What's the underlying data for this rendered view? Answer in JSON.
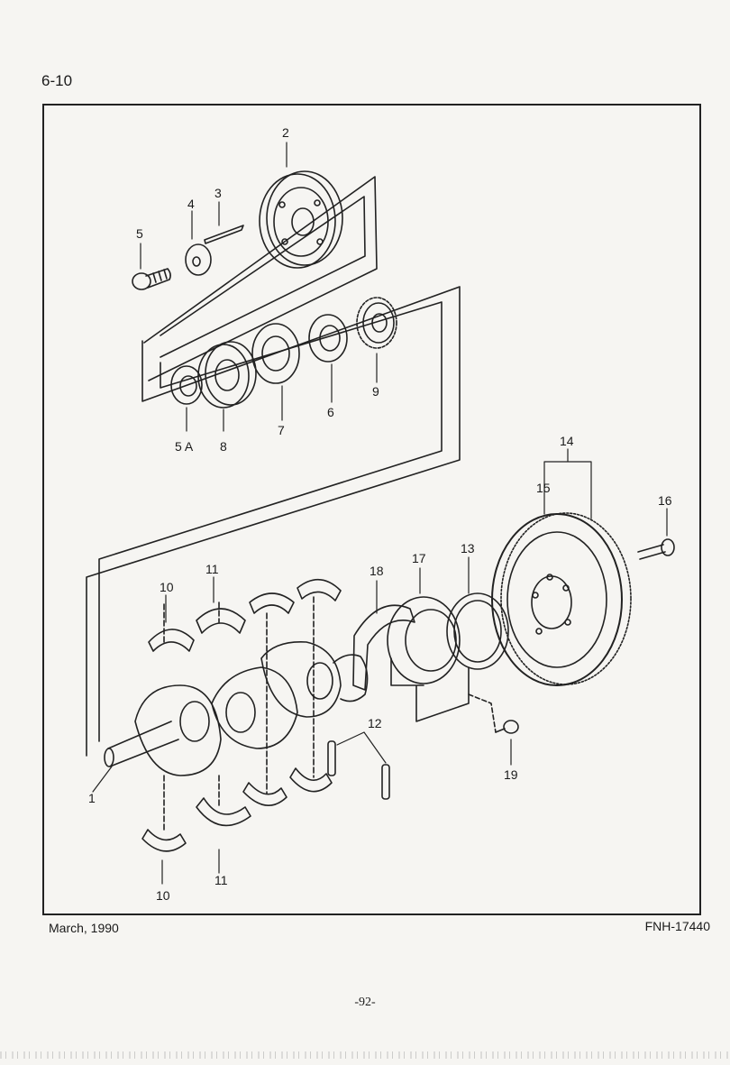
{
  "page": {
    "section": "6-10",
    "date": "March, 1990",
    "reference": "FNH-17440",
    "page_number": "-92-"
  },
  "callouts": {
    "c1": "1",
    "c2": "2",
    "c3": "3",
    "c4": "4",
    "c5": "5",
    "c5a": "5 A",
    "c6": "6",
    "c7": "7",
    "c8": "8",
    "c9": "9",
    "c10_top": "10",
    "c10_bottom": "10",
    "c11_top": "11",
    "c11_bottom": "11",
    "c12": "12",
    "c13": "13",
    "c14": "14",
    "c15": "15",
    "c16": "16",
    "c17": "17",
    "c18": "18",
    "c19": "19"
  }
}
